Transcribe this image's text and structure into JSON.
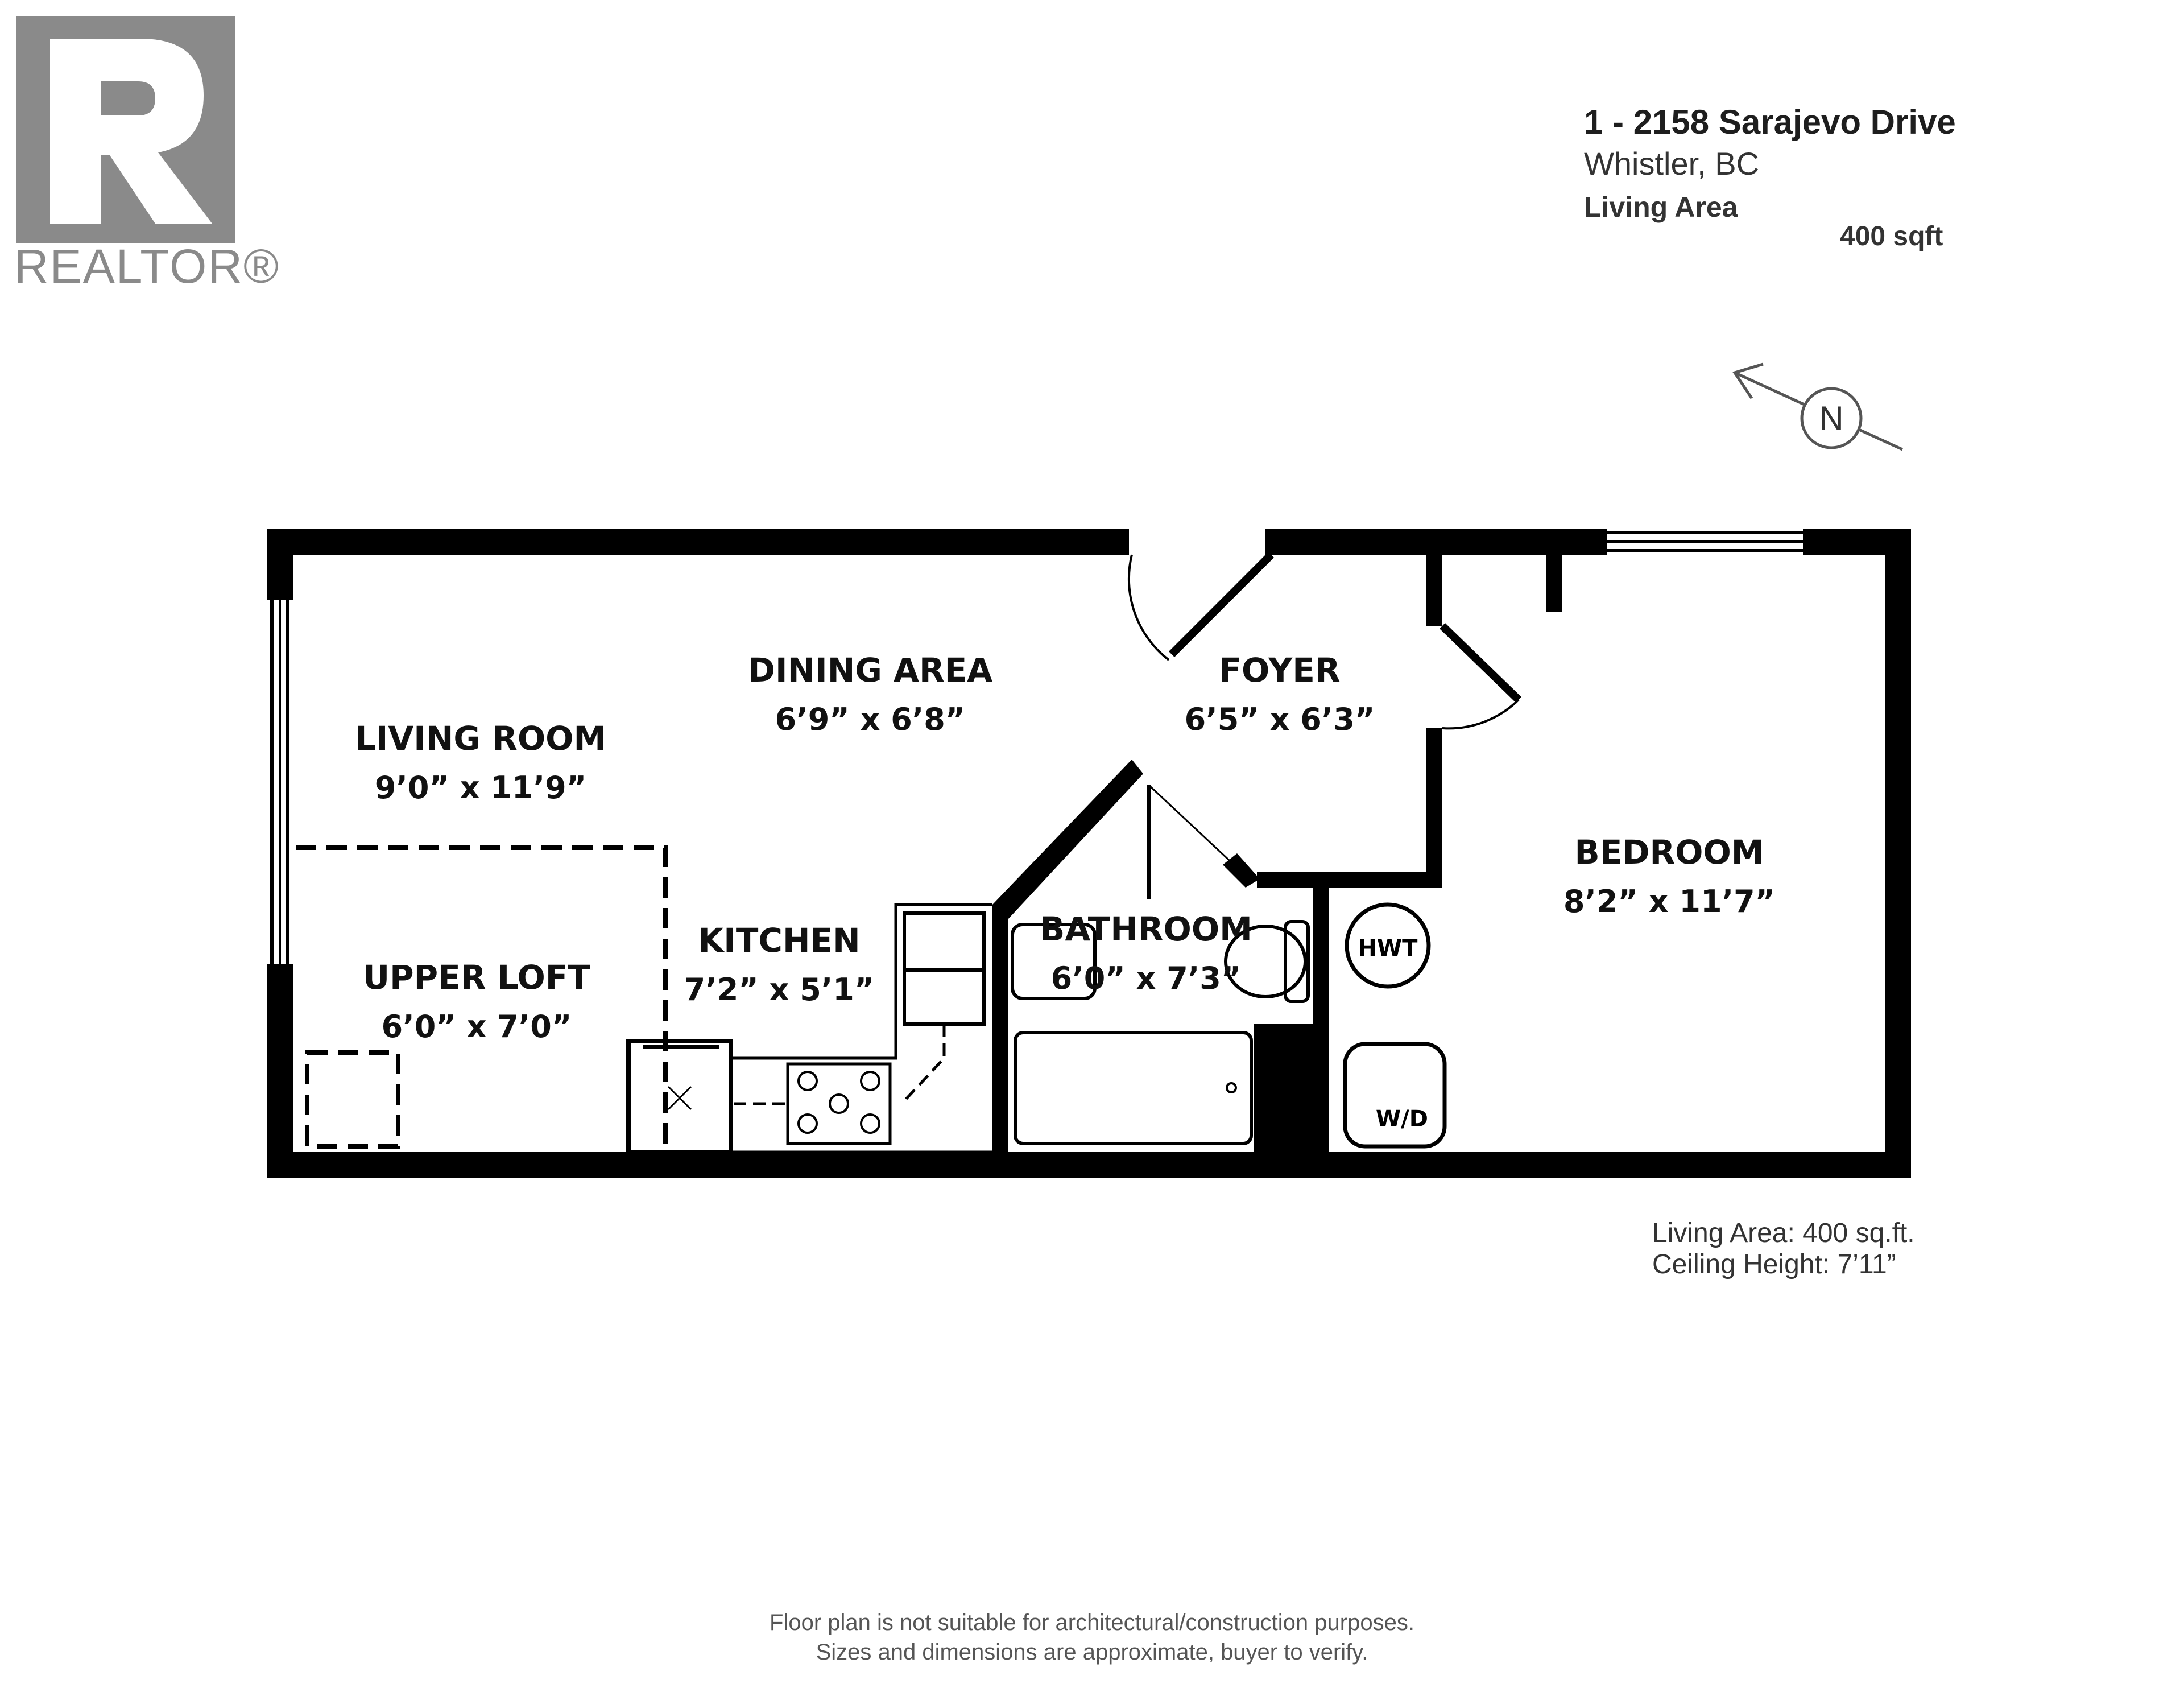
{
  "logo": {
    "wordmark": "REALTOR®",
    "mark": "R"
  },
  "header": {
    "address_line1": "1 - 2158 Sarajevo Drive",
    "address_line2": "Whistler, BC",
    "area_label": "Living Area",
    "area_value": "400 sqft"
  },
  "compass": {
    "label": "N"
  },
  "rooms": {
    "living_room": {
      "name": "LIVING ROOM",
      "dims": "9’0” x 11’9”"
    },
    "dining_area": {
      "name": "DINING AREA",
      "dims": "6’9” x 6’8”"
    },
    "foyer": {
      "name": "FOYER",
      "dims": "6’5” x 6’3”"
    },
    "bedroom": {
      "name": "BEDROOM",
      "dims": "8’2” x 11’7”"
    },
    "upper_loft": {
      "name": "UPPER LOFT",
      "dims": "6’0” x 7’0”"
    },
    "kitchen": {
      "name": "KITCHEN",
      "dims": "7’2” x 5’1”"
    },
    "bathroom": {
      "name": "BATHROOM",
      "dims": "6’0” x 7’3”"
    }
  },
  "fixtures": {
    "hwt": "HWT",
    "wd": "W/D"
  },
  "footer_info": {
    "living_area": "Living Area: 400 sq.ft.",
    "ceiling_height": "Ceiling Height: 7’11”"
  },
  "disclaimer": {
    "line1": "Floor plan is not suitable for architectural/construction purposes.",
    "line2": "Sizes and dimensions are approximate, buyer to verify."
  },
  "colors": {
    "wall": "#000000",
    "logo": "#8a8a8a",
    "text": "#1e1e1e"
  }
}
